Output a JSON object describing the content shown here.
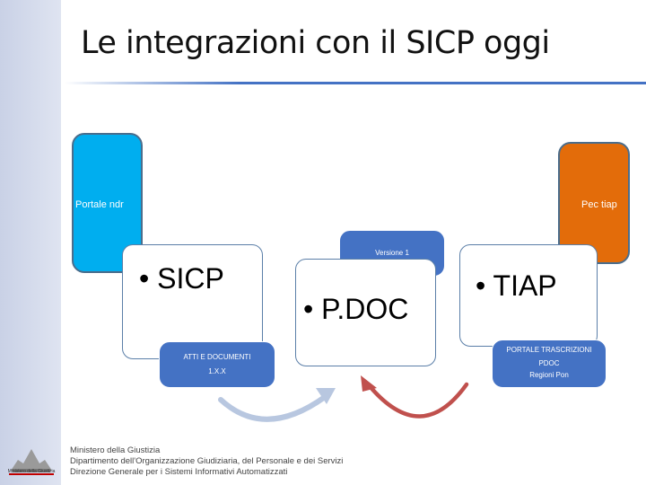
{
  "title": "Le integrazioni con il SICP oggi",
  "left_box": {
    "label": "Portale ndr"
  },
  "right_box": {
    "label": "Pec tiap"
  },
  "sicp": {
    "bullet": "• SICP",
    "card_line1": "ATTI E DOCUMENTI",
    "card_line2": "1.X.X"
  },
  "pdoc": {
    "bullet": "• P.DOC",
    "card_label": "Versione 1"
  },
  "tiap": {
    "bullet": "• TIAP",
    "card_line1": "PORTALE TRASCRIZIONI",
    "card_line2": "PDOC",
    "card_line3": "Regioni Pon"
  },
  "footer": {
    "line1": "Ministero della Giustizia",
    "line2": "Dipartimento dell'Organizzazione Giudiziaria, del Personale e dei Servizi",
    "line3": "Direzione Generale per i Sistemi Informativi Automatizzati"
  },
  "logo_caption": "Ministero della Giustizia",
  "colors": {
    "blue_box": "#00aeef",
    "orange_box": "#e36c0a",
    "card_fill": "#4472c4",
    "arrow_blue": "#b8c7e0",
    "arrow_red": "#c0504d"
  }
}
